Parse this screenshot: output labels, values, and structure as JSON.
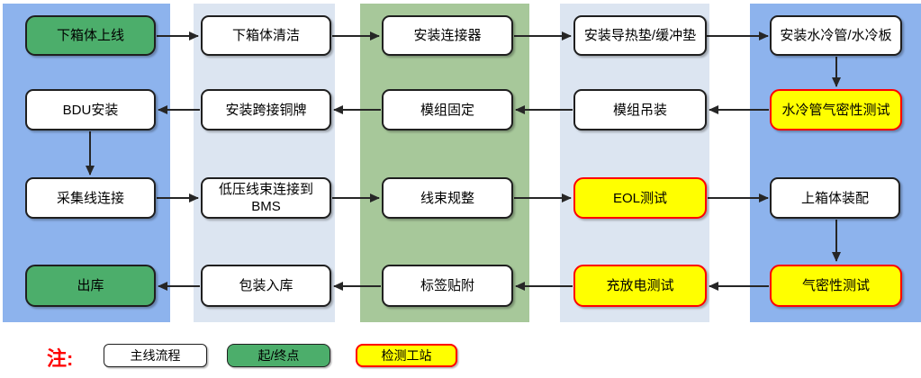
{
  "flow": {
    "rows": [
      {
        "direction": "left-to-right",
        "cells": [
          {
            "label": "下箱体上线",
            "type": "start-end"
          },
          {
            "label": "下箱体清洁",
            "type": "process"
          },
          {
            "label": "安装连接器",
            "type": "process"
          },
          {
            "label": "安装导热垫/缓冲垫",
            "type": "process"
          },
          {
            "label": "安装水冷管/水冷板",
            "type": "process"
          }
        ]
      },
      {
        "direction": "right-to-left",
        "cells": [
          {
            "label": "BDU安装",
            "type": "process"
          },
          {
            "label": "安装跨接铜牌",
            "type": "process"
          },
          {
            "label": "模组固定",
            "type": "process"
          },
          {
            "label": "模组吊装",
            "type": "process"
          },
          {
            "label": "水冷管气密性测试",
            "type": "test"
          }
        ]
      },
      {
        "direction": "left-to-right",
        "cells": [
          {
            "label": "采集线连接",
            "type": "process"
          },
          {
            "label": "低压线束连接到BMS",
            "type": "process"
          },
          {
            "label": "线束规整",
            "type": "process"
          },
          {
            "label": "EOL测试",
            "type": "test"
          },
          {
            "label": "上箱体装配",
            "type": "process"
          }
        ]
      },
      {
        "direction": "right-to-left",
        "cells": [
          {
            "label": "出库",
            "type": "start-end"
          },
          {
            "label": "包装入库",
            "type": "process"
          },
          {
            "label": "标签贴附",
            "type": "process"
          },
          {
            "label": "充放电测试",
            "type": "test"
          },
          {
            "label": "气密性测试",
            "type": "test"
          }
        ]
      }
    ]
  },
  "legend": {
    "note_label": "注:",
    "items": [
      {
        "label": "主线流程",
        "type": "process"
      },
      {
        "label": "起/终点",
        "type": "start-end"
      },
      {
        "label": "检测工站",
        "type": "test"
      }
    ]
  },
  "colors": {
    "lane_blue": "#8DB3ED",
    "lane_light": "#DCE5F1",
    "lane_green": "#A7C89A",
    "start_end_fill": "#4CAE6B",
    "test_fill": "#FFFF00",
    "test_border": "#FF0000",
    "process_fill": "#FFFFFF",
    "note_color": "#FF0000",
    "arrow_color": "#262626"
  }
}
